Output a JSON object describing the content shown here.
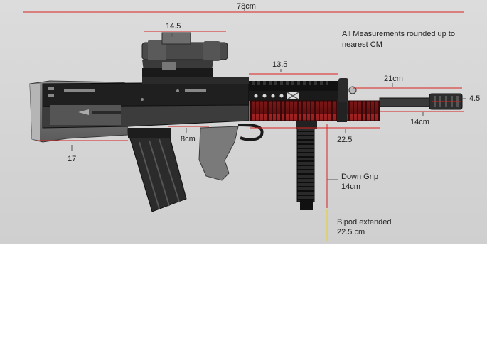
{
  "labels": {
    "overall_length": "78cm",
    "scope_length": "14.5",
    "top_rail": "13.5",
    "barrel_length": "21cm",
    "muzzle_length": "4.5",
    "barrel_lower": "14cm",
    "stock": "17",
    "pistol_grip": "8cm",
    "lower_rail": "22.5",
    "down_grip_title": "Down Grip",
    "down_grip_value": "14cm",
    "bipod_title": "Bipod extended",
    "bipod_value": "22.5 cm"
  },
  "note": "All Measurements rounded up to nearest CM",
  "colors": {
    "background": "#d6d6d6",
    "dimension_line": "#d92020",
    "bipod_line": "#e8d020",
    "rail_red": "#8c1a1a",
    "body_dark": "#1c1c1c",
    "body_grey": "#6a6a6a",
    "grip_grey": "#808080"
  }
}
